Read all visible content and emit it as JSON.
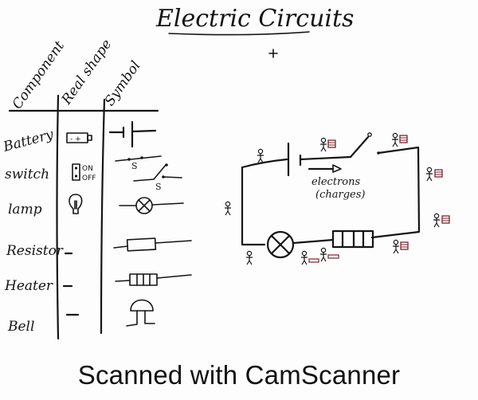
{
  "title": "Electric Circuits",
  "table": {
    "headers": [
      "Component",
      "Real shape",
      "Symbol"
    ],
    "rows": [
      {
        "component": "Battery",
        "real_shape": "battery-drawing",
        "real_shape_text": "- +",
        "symbol": "cell-symbol"
      },
      {
        "component": "switch",
        "real_shape": "switch-drawing",
        "real_shape_text": [
          "ON",
          "OFF"
        ],
        "symbol": "switch-symbols",
        "symbol_labels": [
          "S",
          "S"
        ]
      },
      {
        "component": "lamp",
        "real_shape": "bulb-drawing",
        "symbol": "lamp-symbol"
      },
      {
        "component": "Resistor",
        "real_shape": "-",
        "symbol": "resistor-symbol"
      },
      {
        "component": "Heater",
        "real_shape": "-",
        "symbol": "heater-symbol"
      },
      {
        "component": "Bell",
        "real_shape": "-",
        "symbol": "bell-symbol"
      }
    ]
  },
  "circuit": {
    "arrow_label_line1": "electrons",
    "arrow_label_line2": "(charges)",
    "components": [
      "battery",
      "open-switch",
      "lamp",
      "heater"
    ],
    "stick_figures": 10
  },
  "footer": "Scanned with CamScanner",
  "colors": {
    "ink": "#151515",
    "box_red": "#7a2530",
    "paper": "#fdfdfd"
  }
}
